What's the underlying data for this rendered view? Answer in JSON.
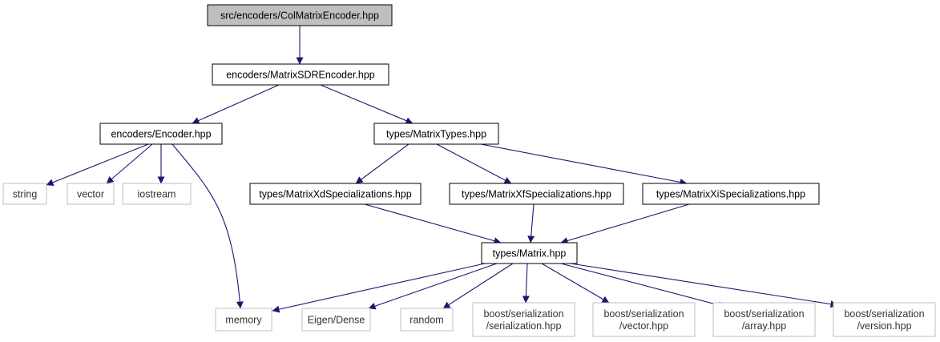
{
  "diagram": {
    "nodes": [
      {
        "id": "col",
        "lines": [
          "src/encoders/ColMatrixEncoder.hpp"
        ],
        "style": "root"
      },
      {
        "id": "sdr",
        "lines": [
          "encoders/MatrixSDREncoder.hpp"
        ],
        "style": "internal"
      },
      {
        "id": "enc",
        "lines": [
          "encoders/Encoder.hpp"
        ],
        "style": "internal"
      },
      {
        "id": "mtypes",
        "lines": [
          "types/MatrixTypes.hpp"
        ],
        "style": "internal"
      },
      {
        "id": "string",
        "lines": [
          "string"
        ],
        "style": "external"
      },
      {
        "id": "vector",
        "lines": [
          "vector"
        ],
        "style": "external"
      },
      {
        "id": "iostream",
        "lines": [
          "iostream"
        ],
        "style": "external"
      },
      {
        "id": "xd",
        "lines": [
          "types/MatrixXdSpecializations.hpp"
        ],
        "style": "internal"
      },
      {
        "id": "xf",
        "lines": [
          "types/MatrixXfSpecializations.hpp"
        ],
        "style": "internal"
      },
      {
        "id": "xi",
        "lines": [
          "types/MatrixXiSpecializations.hpp"
        ],
        "style": "internal"
      },
      {
        "id": "matrix",
        "lines": [
          "types/Matrix.hpp"
        ],
        "style": "internal"
      },
      {
        "id": "memory",
        "lines": [
          "memory"
        ],
        "style": "external"
      },
      {
        "id": "eigen",
        "lines": [
          "Eigen/Dense"
        ],
        "style": "external"
      },
      {
        "id": "random",
        "lines": [
          "random"
        ],
        "style": "external"
      },
      {
        "id": "bser",
        "lines": [
          "boost/serialization",
          "/serialization.hpp"
        ],
        "style": "external"
      },
      {
        "id": "bvec",
        "lines": [
          "boost/serialization",
          "/vector.hpp"
        ],
        "style": "external"
      },
      {
        "id": "barr",
        "lines": [
          "boost/serialization",
          "/array.hpp"
        ],
        "style": "external"
      },
      {
        "id": "bver",
        "lines": [
          "boost/serialization",
          "/version.hpp"
        ],
        "style": "external"
      }
    ],
    "edges": [
      {
        "from": "col",
        "to": "sdr"
      },
      {
        "from": "sdr",
        "to": "enc"
      },
      {
        "from": "sdr",
        "to": "mtypes"
      },
      {
        "from": "enc",
        "to": "string"
      },
      {
        "from": "enc",
        "to": "vector"
      },
      {
        "from": "enc",
        "to": "iostream"
      },
      {
        "from": "enc",
        "to": "memory"
      },
      {
        "from": "mtypes",
        "to": "xd"
      },
      {
        "from": "mtypes",
        "to": "xf"
      },
      {
        "from": "mtypes",
        "to": "xi"
      },
      {
        "from": "xd",
        "to": "matrix"
      },
      {
        "from": "xf",
        "to": "matrix"
      },
      {
        "from": "xi",
        "to": "matrix"
      },
      {
        "from": "matrix",
        "to": "memory"
      },
      {
        "from": "matrix",
        "to": "eigen"
      },
      {
        "from": "matrix",
        "to": "random"
      },
      {
        "from": "matrix",
        "to": "bser"
      },
      {
        "from": "matrix",
        "to": "bvec"
      },
      {
        "from": "matrix",
        "to": "barr"
      },
      {
        "from": "matrix",
        "to": "bver"
      }
    ],
    "colors": {
      "root_fill": "#bfbfbf",
      "internal_border": "#000000",
      "external_border": "#bfbfbf",
      "edge": "#191970"
    }
  }
}
